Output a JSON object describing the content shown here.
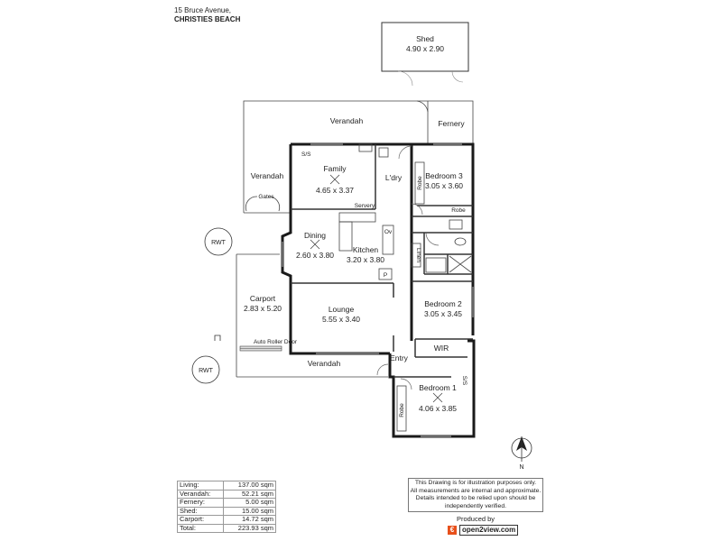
{
  "address": {
    "street": "15 Bruce Avenue,",
    "suburb": "CHRISTIES BEACH"
  },
  "rooms": {
    "shed": {
      "name": "Shed",
      "dims": "4.90 x 2.90"
    },
    "verandah_top": {
      "name": "Verandah"
    },
    "fernery": {
      "name": "Fernery"
    },
    "verandah_left": {
      "name": "Verandah"
    },
    "gates": {
      "name": "Gates"
    },
    "family": {
      "name": "Family",
      "dims": "4.65 x 3.37"
    },
    "ldry": {
      "name": "L'dry"
    },
    "bedroom3": {
      "name": "Bedroom 3",
      "dims": "3.05 x 3.60"
    },
    "robe_b3": {
      "name": "Robe"
    },
    "robe_b3b": {
      "name": "Robe"
    },
    "servery": {
      "name": "Servery"
    },
    "dining": {
      "name": "Dining",
      "dims": "2.60 x 3.80"
    },
    "kitchen": {
      "name": "Kitchen",
      "dims": "3.20 x 3.80"
    },
    "ov": {
      "name": "Ov"
    },
    "linen": {
      "name": "Linen"
    },
    "pantry": {
      "name": "P"
    },
    "carport": {
      "name": "Carport",
      "dims": "2.83 x 5.20"
    },
    "lounge": {
      "name": "Lounge",
      "dims": "5.55 x 3.40"
    },
    "bedroom2": {
      "name": "Bedroom 2",
      "dims": "3.05 x 3.45"
    },
    "wir": {
      "name": "WIR"
    },
    "auto_roller": {
      "name": "Auto Roller Door"
    },
    "verandah_bottom": {
      "name": "Verandah"
    },
    "entry": {
      "name": "Entry"
    },
    "bedroom1": {
      "name": "Bedroom 1",
      "dims": "4.06 x 3.85"
    },
    "robe_b1": {
      "name": "Robe"
    },
    "ss_top": {
      "name": "S/S"
    },
    "ss_b1": {
      "name": "S/S"
    }
  },
  "rwt_labels": [
    "RWT",
    "RWT"
  ],
  "compass": {
    "label": "N"
  },
  "areas": [
    {
      "label": "Living:",
      "value": "137.00 sqm"
    },
    {
      "label": "Verandah:",
      "value": "52.21 sqm"
    },
    {
      "label": "Fernery:",
      "value": "5.00 sqm"
    },
    {
      "label": "Shed:",
      "value": "15.00 sqm"
    },
    {
      "label": "Carport:",
      "value": "14.72 sqm"
    },
    {
      "label": "Total:",
      "value": "223.93 sqm"
    }
  ],
  "disclaimer": {
    "line1": "This Drawing is for illustration purposes only.",
    "line2": "All measurements are internal and  approximate.",
    "line3": "Details intended to be relied upon should be",
    "line4": "independently verified."
  },
  "produced_by": "Produced by",
  "brand": {
    "name": "open2view.com",
    "mark": "€"
  },
  "colors": {
    "wall": "#1a1a1a",
    "thin": "#555555",
    "window": "#999999",
    "brand_accent": "#e8501b"
  }
}
